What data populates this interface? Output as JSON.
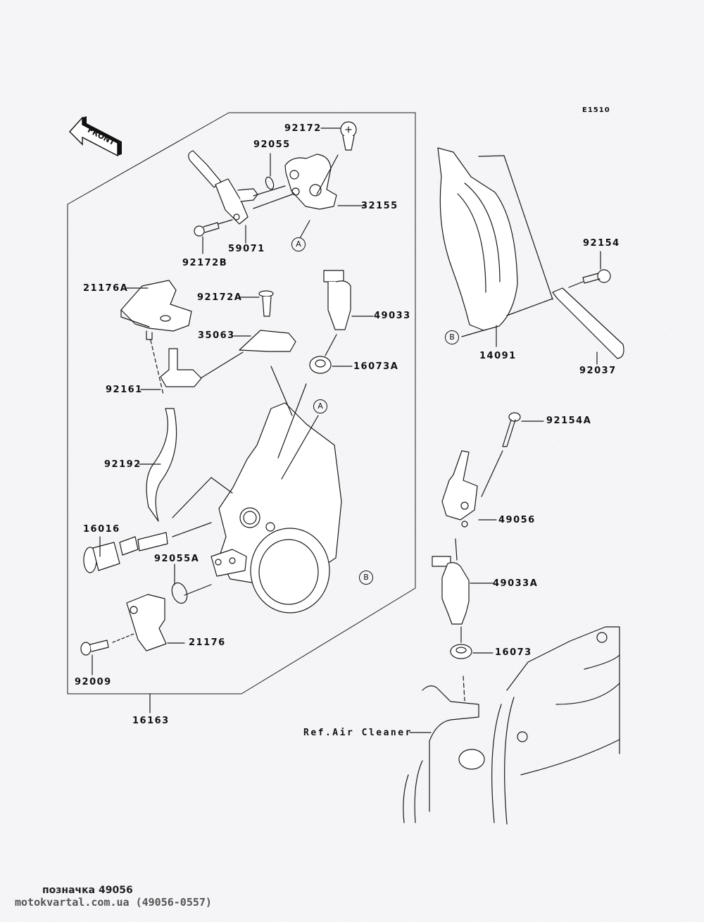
{
  "diagram": {
    "code": "E1510",
    "front_label": "FRONT",
    "ref_label": "Ref.Air Cleaner",
    "part_labels": {
      "p92172": "92172",
      "p92055": "92055",
      "p32155": "32155",
      "p59071": "59071",
      "p92172B": "92172B",
      "p21176A": "21176A",
      "p92172A": "92172A",
      "p49033": "49033",
      "p35063": "35063",
      "p16073A": "16073A",
      "p92161": "92161",
      "p92192": "92192",
      "p16016": "16016",
      "p92055A": "92055A",
      "p21176": "21176",
      "p92009": "92009",
      "p16163": "16163",
      "p14091": "14091",
      "p92154": "92154",
      "p92037": "92037",
      "p92154A": "92154A",
      "p49056": "49056",
      "p49033A": "49033A",
      "p16073": "16073"
    },
    "callouts": {
      "a": "A",
      "b": "B"
    }
  },
  "footer": {
    "caption": "позначка 49056",
    "source": "motokvartal.com.ua (49056-0557)"
  }
}
